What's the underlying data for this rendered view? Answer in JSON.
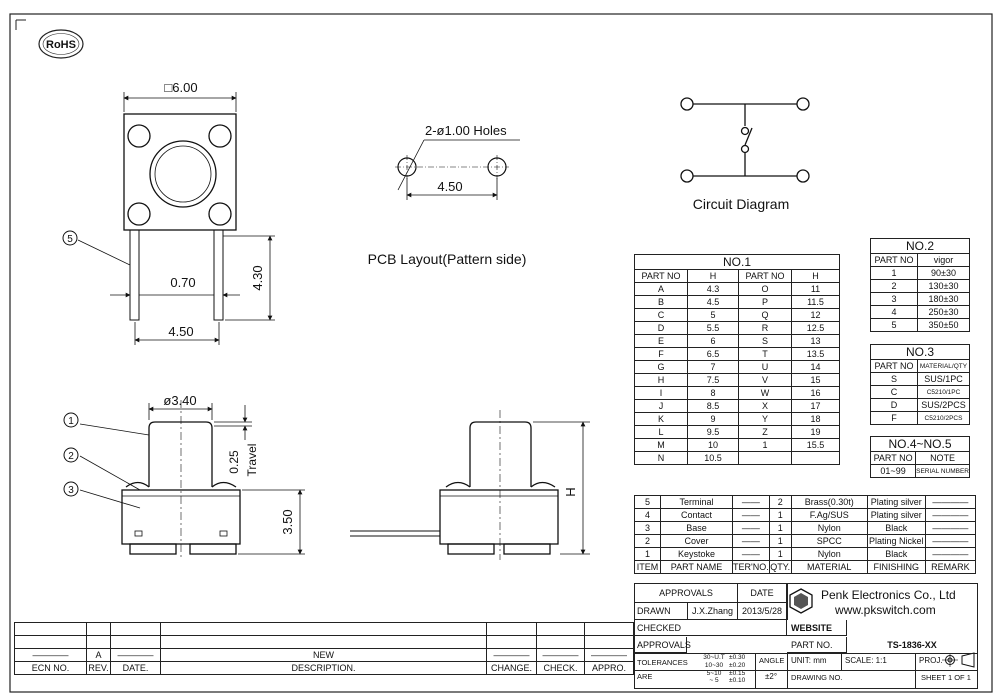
{
  "rohs": "RoHS",
  "top_view": {
    "dim_square": "□6.00",
    "dim_height": "4.30",
    "dim_pin_gap": "0.70",
    "dim_pin_span": "4.50",
    "callout_5": "5"
  },
  "pcb_layout": {
    "holes_label": "2-ø1.00 Holes",
    "hole_spacing": "4.50",
    "caption": "PCB Layout(Pattern side)"
  },
  "circuit": {
    "caption": "Circuit Diagram"
  },
  "side_view": {
    "dim_diameter": "ø3.40",
    "dim_travel": "0.25",
    "travel_label": "Travel",
    "dim_base_height": "3.50",
    "callout_1": "1",
    "callout_2": "2",
    "callout_3": "3"
  },
  "end_view": {
    "dim_h": "H"
  },
  "no1": {
    "title": "NO.1",
    "headers": [
      "PART NO",
      "H",
      "PART NO",
      "H"
    ],
    "rows": [
      [
        "A",
        "4.3",
        "O",
        "11"
      ],
      [
        "B",
        "4.5",
        "P",
        "11.5"
      ],
      [
        "C",
        "5",
        "Q",
        "12"
      ],
      [
        "D",
        "5.5",
        "R",
        "12.5"
      ],
      [
        "E",
        "6",
        "S",
        "13"
      ],
      [
        "F",
        "6.5",
        "T",
        "13.5"
      ],
      [
        "G",
        "7",
        "U",
        "14"
      ],
      [
        "H",
        "7.5",
        "V",
        "15"
      ],
      [
        "I",
        "8",
        "W",
        "16"
      ],
      [
        "J",
        "8.5",
        "X",
        "17"
      ],
      [
        "K",
        "9",
        "Y",
        "18"
      ],
      [
        "L",
        "9.5",
        "Z",
        "19"
      ],
      [
        "M",
        "10",
        "1",
        "15.5"
      ],
      [
        "N",
        "10.5",
        "",
        ""
      ]
    ]
  },
  "no2": {
    "title": "NO.2",
    "headers": [
      "PART NO",
      "vigor"
    ],
    "rows": [
      [
        "1",
        "90±30"
      ],
      [
        "2",
        "130±30"
      ],
      [
        "3",
        "180±30"
      ],
      [
        "4",
        "250±30"
      ],
      [
        "5",
        "350±50"
      ]
    ]
  },
  "no3": {
    "title": "NO.3",
    "headers": [
      "PART NO",
      "MATERIAL/QTY"
    ],
    "rows": [
      [
        "S",
        "SUS/1PC"
      ],
      [
        "C",
        "C5210/1PC"
      ],
      [
        "D",
        "SUS/2PCS"
      ],
      [
        "F",
        "C5210/2PCS"
      ]
    ]
  },
  "no45": {
    "title": "NO.4~NO.5",
    "headers": [
      "PART NO",
      "NOTE"
    ],
    "row": [
      "01~99",
      "SERIAL NUMBER"
    ]
  },
  "bom": {
    "headers": [
      "ITEM",
      "PART NAME",
      "TER'NO.",
      "QTY.",
      "MATERIAL",
      "FINISHING",
      "REMARK"
    ],
    "rows": [
      [
        "5",
        "Terminal",
        "——",
        "2",
        "Brass(0.30t)",
        "Plating silver",
        "————"
      ],
      [
        "4",
        "Contact",
        "——",
        "1",
        "F.Ag/SUS",
        "Plating silver",
        "————"
      ],
      [
        "3",
        "Base",
        "——",
        "1",
        "Nylon",
        "Black",
        "————"
      ],
      [
        "2",
        "Cover",
        "——",
        "1",
        "SPCC",
        "Plating Nickel",
        "————"
      ],
      [
        "1",
        "Keystoke",
        "——",
        "1",
        "Nylon",
        "Black",
        "————"
      ]
    ]
  },
  "title_block": {
    "approvals": "APPROVALS",
    "date": "DATE",
    "drawn": "DRAWN",
    "drawn_by": "J.X.Zhang",
    "drawn_date": "2013/5/28",
    "checked": "CHECKED",
    "approvals2": "APPROVALS",
    "company": "Penk Electronics Co., Ltd",
    "website": "www.pkswitch.com",
    "website_label": "WEBSITE",
    "part_no_label": "PART NO.",
    "part_no": "TS-1836-XX",
    "tolerances": "TOLERANCES ARE",
    "tol_rows": [
      [
        "30~U.T",
        "±0.30"
      ],
      [
        "10~30",
        "±0.20"
      ],
      [
        "5~10",
        "±0.15"
      ],
      [
        "~ 5",
        "±0.10"
      ]
    ],
    "angle": "ANGLE",
    "angle_val": "±2°",
    "unit": "UNIT: mm",
    "scale": "SCALE: 1:1",
    "proj": "PROJ.",
    "drawing_no": "DRAWING NO.",
    "sheet": "SHEET 1 OF 1"
  },
  "revision": {
    "headers": [
      "ECN NO.",
      "REV.",
      "DATE.",
      "DESCRIPTION.",
      "CHANGE.",
      "CHECK.",
      "APPRO."
    ],
    "row": [
      "————",
      "A",
      "————",
      "NEW",
      "————",
      "————",
      "————"
    ]
  }
}
